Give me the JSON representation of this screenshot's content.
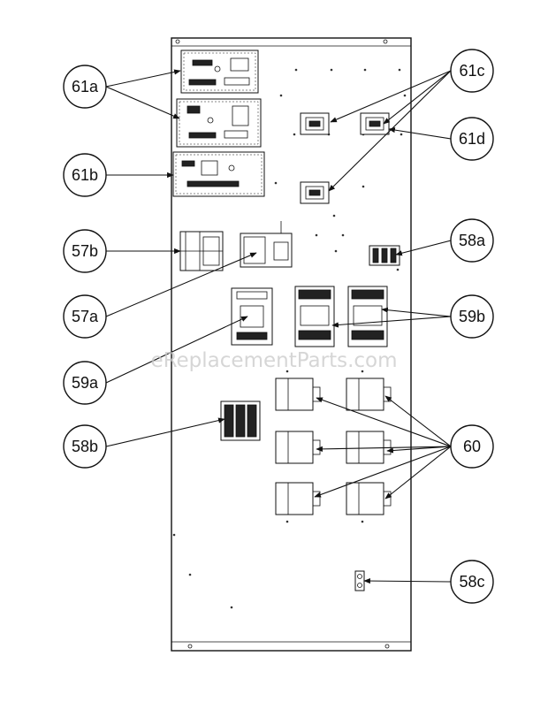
{
  "watermark": "eReplacementParts.com",
  "callouts": {
    "c61a": "61a",
    "c61b": "61b",
    "c57b": "57b",
    "c57a": "57a",
    "c59a": "59a",
    "c58b": "58b",
    "c61c": "61c",
    "c61d": "61d",
    "c58a": "58a",
    "c59b": "59b",
    "c60": "60",
    "c58c": "58c"
  }
}
